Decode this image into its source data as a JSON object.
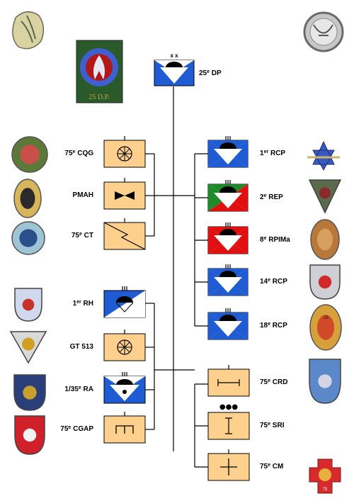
{
  "headquarters": {
    "prefix": "25",
    "sup": "e",
    "suffix": " DP",
    "echelon": "x x",
    "patch_text": "25 D.P."
  },
  "left_upper": [
    {
      "id": "cqg",
      "prefix": "75",
      "sup": "e",
      "suffix": " CQG",
      "symbol": "wheel"
    },
    {
      "id": "pmah",
      "prefix": "PMAH",
      "sup": "",
      "suffix": "",
      "symbol": "bowtie"
    },
    {
      "id": "ct",
      "prefix": "75",
      "sup": "e",
      "suffix": " CT",
      "symbol": "signal"
    }
  ],
  "left_lower": [
    {
      "id": "rh",
      "prefix": "1",
      "sup": "er",
      "suffix": " RH",
      "symbol": "armor"
    },
    {
      "id": "gt",
      "prefix": "GT 513",
      "sup": "",
      "suffix": "",
      "symbol": "wheel"
    },
    {
      "id": "ra",
      "prefix": "1/35",
      "sup": "e",
      "suffix": " RA",
      "symbol": "artillery"
    },
    {
      "id": "cgap",
      "prefix": "75",
      "sup": "e",
      "suffix": " CGAP",
      "symbol": "engineer"
    }
  ],
  "right_upper": [
    {
      "id": "rcp1",
      "prefix": "1",
      "sup": "er",
      "suffix": " RCP",
      "scheme": "blue"
    },
    {
      "id": "rep2",
      "prefix": "2",
      "sup": "e",
      "suffix": " REP",
      "scheme": "legion"
    },
    {
      "id": "rpima8",
      "prefix": "8",
      "sup": "e",
      "suffix": " RPIMa",
      "scheme": "marine"
    },
    {
      "id": "rcp14",
      "prefix": "14",
      "sup": "e",
      "suffix": " RCP",
      "scheme": "blue"
    },
    {
      "id": "rcp18",
      "prefix": "18",
      "sup": "e",
      "suffix": " RCP",
      "scheme": "blue"
    }
  ],
  "right_lower": [
    {
      "id": "crd",
      "prefix": "75",
      "sup": "e",
      "suffix": " CRD",
      "symbol": "maintenance",
      "echelon": ""
    },
    {
      "id": "sri",
      "prefix": "75",
      "sup": "e",
      "suffix": " SRI",
      "symbol": "supply",
      "echelon": "●●●"
    },
    {
      "id": "cm",
      "prefix": "75",
      "sup": "e",
      "suffix": " CM",
      "symbol": "medical",
      "echelon": ""
    }
  ],
  "insignia_texts": {
    "rcp18": "18",
    "cm": "75"
  },
  "colors": {
    "orange": "#fdd08d",
    "blue": "#1f5bd2",
    "green": "#1f8a2a",
    "red": "#e01010",
    "patch_red": "#b01818",
    "patch_blue": "#3f5fd0",
    "patch_green": "#2a5a2a"
  }
}
